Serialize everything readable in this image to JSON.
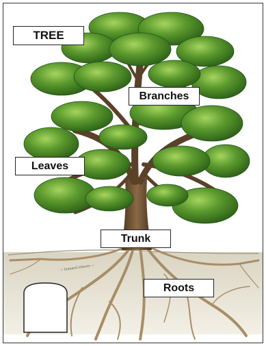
{
  "labels": {
    "title": "TREE",
    "branches": "Branches",
    "leaves": "Leaves",
    "trunk": "Trunk",
    "roots": "Roots"
  },
  "signature": "~ leonard elmore ~",
  "colors": {
    "leaf_dark": "#2f6b1c",
    "leaf_mid": "#4f8f2a",
    "leaf_light": "#8cc04a",
    "bark": "#6e5232",
    "bark_light": "#a08460",
    "soil": "#e7e2d2",
    "root": "#b39a74"
  },
  "icons": [
    "blank-tombstone-icon"
  ]
}
